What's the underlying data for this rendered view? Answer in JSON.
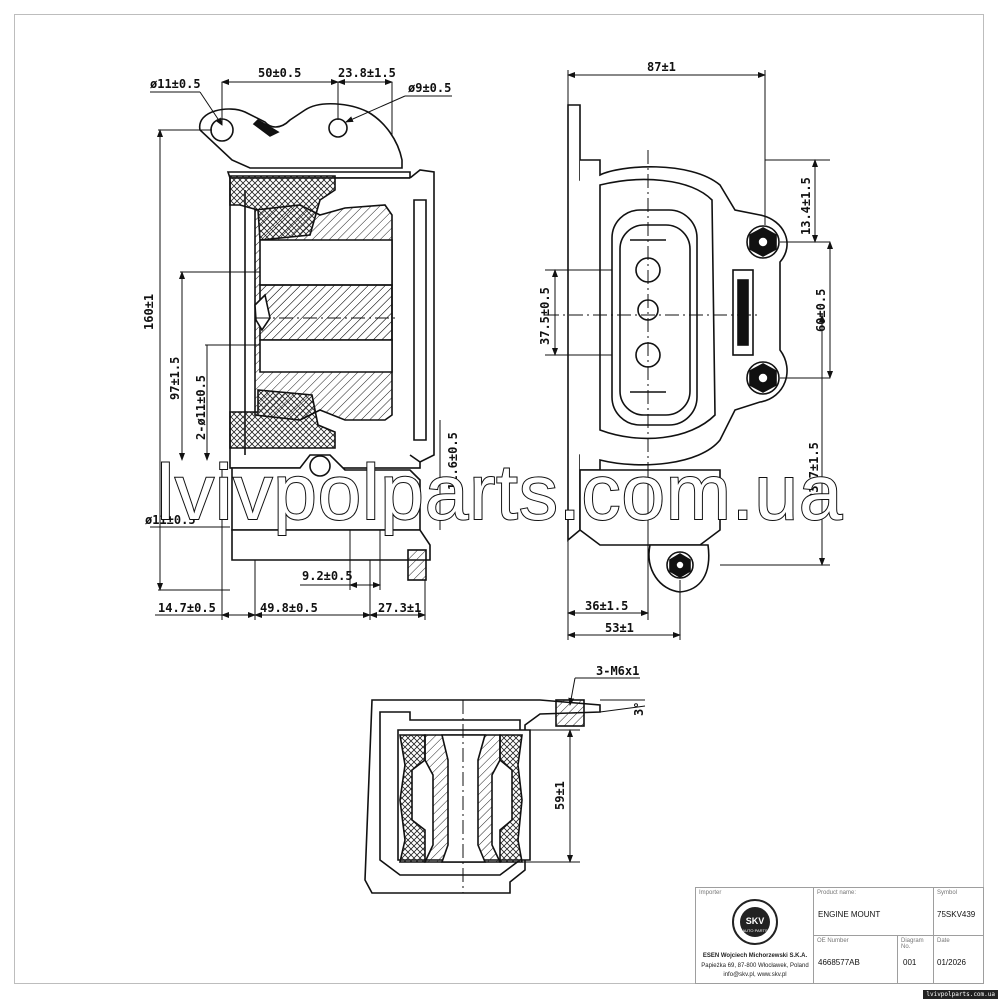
{
  "dimensions": {
    "left_view": {
      "hole_dia_top": "ø11±0.5",
      "width_top_1": "50±0.5",
      "width_top_2": "23.8±1.5",
      "hole_dia_small": "ø9±0.5",
      "height_total": "160±1",
      "height_mid": "97±1.5",
      "holes_pair": "2-ø11±0.5",
      "offset_right": "11.6±0.5",
      "hole_dia_bottom": "ø11±0.5",
      "offset_small": "9.2±0.5",
      "base_1": "14.7±0.5",
      "base_2": "49.8±0.5",
      "base_3": "27.3±1"
    },
    "right_view": {
      "width_top": "87±1",
      "offset_top": "13.4±1.5",
      "center_height": "37.5±0.5",
      "bolt_spacing": "60±0.5",
      "height_lower": "83.7±1.5",
      "base_1": "36±1.5",
      "base_2": "53±1"
    },
    "bottom_view": {
      "thread": "3-M6x1",
      "angle": "3°",
      "height": "59±1"
    }
  },
  "watermark": "lvivpolparts.com.ua",
  "title_block": {
    "importer_label": "Importer",
    "importer_name": "ESEN Wojciech Michorzewski S.K.A.",
    "importer_address": "Papieżka 69, 87-800 Włocławek, Poland",
    "importer_contact": "info@skv.pl, www.skv.pl",
    "logo_text": "SKV",
    "logo_sub": "AUTO PARTS",
    "product_name_label": "Product name:",
    "product_name": "ENGINE MOUNT",
    "symbol_label": "Symbol",
    "symbol": "75SKV439",
    "oe_label": "OE Number",
    "oe_number": "4668577AB",
    "diagram_label": "Diagram No.",
    "diagram_no": "001",
    "date_label": "Date",
    "date": "01/2026"
  },
  "corner_badge": "lvivpolparts.com.ua"
}
